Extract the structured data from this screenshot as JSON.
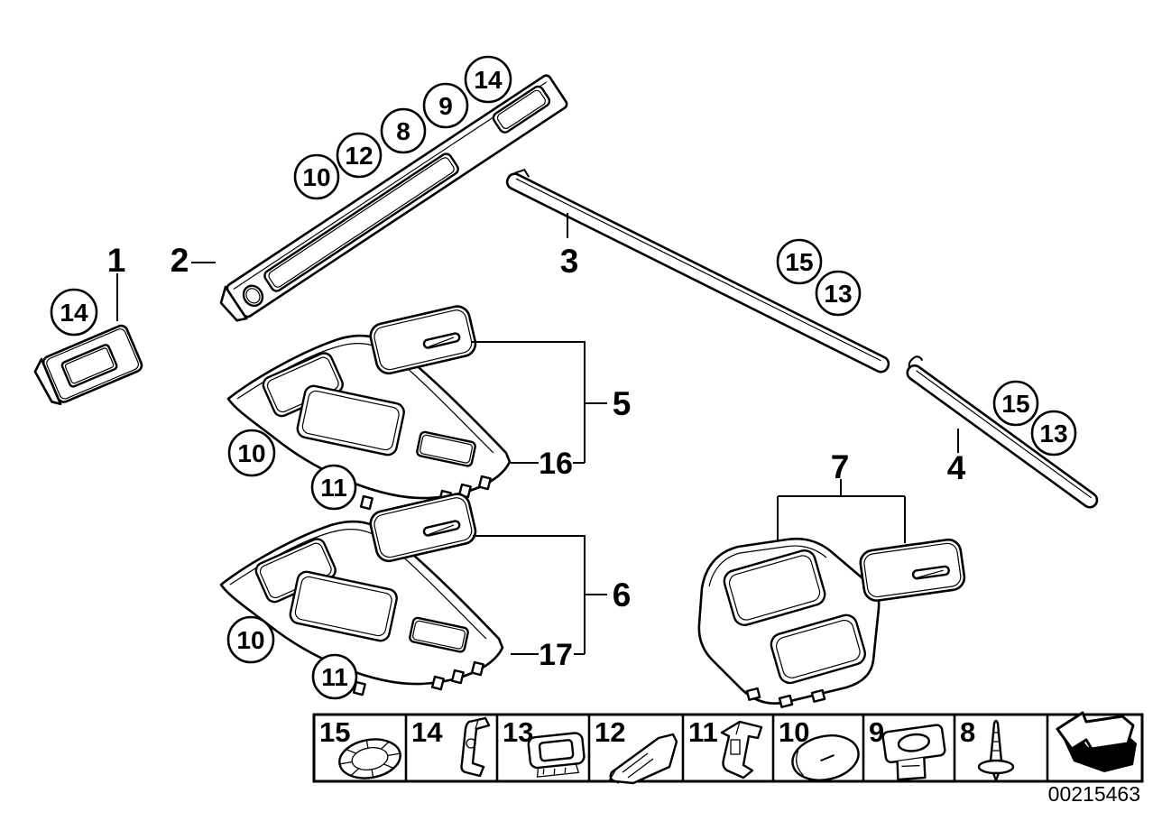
{
  "figure": {
    "doc_number": "00215463",
    "type": "bmw-parts-diagram-interior-trim-strips"
  },
  "labels": {
    "p1": "1",
    "p2": "2",
    "p3": "3",
    "p4": "4",
    "p5": "5",
    "p6": "6",
    "p7": "7",
    "p16": "16",
    "p17": "17"
  },
  "callouts": {
    "dash": [
      "10",
      "12",
      "8",
      "9",
      "14"
    ],
    "left_trim": "14",
    "front_door": [
      "15",
      "13"
    ],
    "rear_door": [
      "15",
      "13"
    ],
    "upper_console": [
      "10",
      "11"
    ],
    "lower_console": [
      "10",
      "11"
    ]
  },
  "legend": {
    "items": [
      {
        "number": "15",
        "icon": "grommet-washer-icon"
      },
      {
        "number": "14",
        "icon": "spring-clip-icon"
      },
      {
        "number": "13",
        "icon": "clip-nut-icon"
      },
      {
        "number": "12",
        "icon": "leaf-spring-clip-icon"
      },
      {
        "number": "11",
        "icon": "retaining-clip-icon"
      },
      {
        "number": "10",
        "icon": "oval-cap-icon"
      },
      {
        "number": "9",
        "icon": "grommet-icon"
      },
      {
        "number": "8",
        "icon": "expanding-rivet-icon"
      },
      {
        "number": "",
        "icon": "enlarged-view-arrow-icon"
      }
    ]
  }
}
